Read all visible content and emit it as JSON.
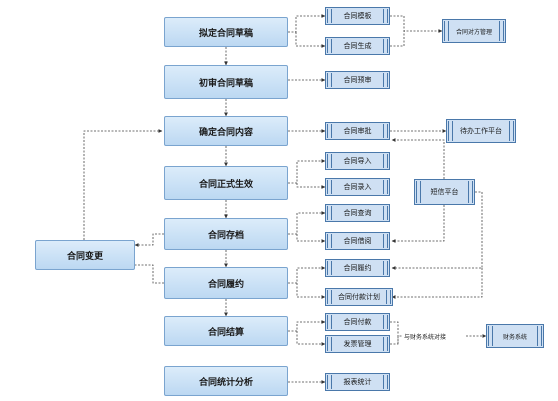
{
  "process": {
    "draft": "拟定合同草稿",
    "first_review": "初审合同草稿",
    "confirm": "确定合同内容",
    "effective": "合同正式生效",
    "archive": "合同存档",
    "perform": "合同履约",
    "settle": "合同结算",
    "analysis": "合同统计分析",
    "change": "合同变更"
  },
  "modules": {
    "template": "合同模板",
    "generate": "合同生成",
    "counterparty": "合同对方管理",
    "pre_review": "合同预审",
    "approve": "合同审批",
    "todo_platform": "待办工作平台",
    "import": "合同导入",
    "entry": "合同录入",
    "query": "合同查询",
    "borrow": "合同借阅",
    "sms_platform": "短信平台",
    "perform_mod": "合同履约",
    "payment_plan": "合同付款计划",
    "payment": "合同付款",
    "invoice": "发票管理",
    "finance_system": "财务系统",
    "report": "报表统计"
  },
  "labels": {
    "finance_link": "与财务系统对接"
  }
}
